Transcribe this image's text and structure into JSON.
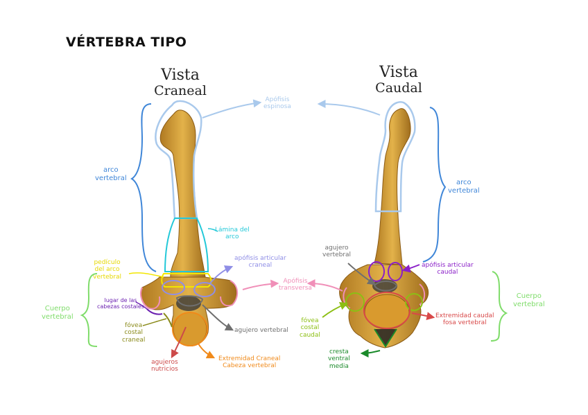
{
  "title": "VÉRTEBRA TIPO",
  "views": {
    "cranial": {
      "line1": "Vista",
      "line2": "Craneal"
    },
    "caudal": {
      "line1": "Vista",
      "line2": "Caudal"
    }
  },
  "labels": {
    "apofisis_espinosa": [
      "Apófisis",
      "espinosa"
    ],
    "arco_vertebral_left": [
      "arco",
      "vertebral"
    ],
    "arco_vertebral_right": [
      "arco",
      "vertebral"
    ],
    "lamina_del_arco": [
      "Lámina del",
      "arco"
    ],
    "pediculo_del_arco": [
      "pedículo",
      "del arco",
      "vertebral"
    ],
    "apofisis_articular_craneal": [
      "apófisis articular",
      "craneal"
    ],
    "cuerpo_vertebral_left": [
      "Cuerpo",
      "vertebral"
    ],
    "lugar_de_las_cabezas": [
      "lugar de las",
      "cabezas costales"
    ],
    "fovea_costal_craneal": [
      "fóvea",
      "costal",
      "craneal"
    ],
    "agujeros_nutricios": [
      "agujeros",
      "nutricios"
    ],
    "extremidad_craneal": [
      "Extremidad Craneal",
      "Cabeza vertebral"
    ],
    "agujero_vertebral_left": [
      "agujero vertebral"
    ],
    "apofisis_transversa": [
      "Apófisis",
      "transversa"
    ],
    "agujero_vertebral_right": [
      "agujero",
      "vertebral"
    ],
    "apofisis_articular_caudal": [
      "apófisis articular",
      "caudal"
    ],
    "cuerpo_vertebral_right": [
      "Cuerpo",
      "vertebral"
    ],
    "extremidad_caudal": [
      "Extremidad caudal",
      "fosa vertebral"
    ],
    "fovea_costal_caudal": [
      "fóvea",
      "costal",
      "caudal"
    ],
    "cresta_ventral_media": [
      "cresta",
      "ventral",
      "media"
    ]
  },
  "colors": {
    "bone": "#d9a63c",
    "bone_dark": "#9a6a1c",
    "espinosa": "#a9c9ec",
    "arco": "#3f86d8",
    "lamina": "#22c8d8",
    "pediculo": "#f2e600",
    "articular_craneal": "#8f8ee6",
    "articular_caudal": "#8a1fc8",
    "transversa": "#f08fb8",
    "cuerpo": "#7fdc6a",
    "cabezas": "#6a1fb0",
    "fovea_craneal": "#8a8a1a",
    "fovea_caudal": "#8cbf14",
    "nutricios": "#cc4a4a",
    "extremidad_craneal": "#f08a1a",
    "agujero": "#6f6f6f",
    "extremidad_caudal": "#d84848",
    "cresta": "#1a8a2a"
  }
}
